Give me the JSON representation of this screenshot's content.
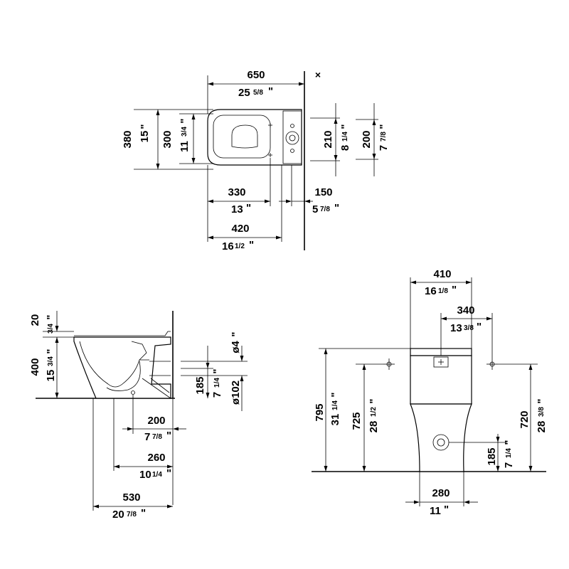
{
  "top_view": {
    "width_total": {
      "mm": "650",
      "in_whole": "25",
      "in_frac": "5/8",
      "in_mark": "\""
    },
    "depth_left_outer": {
      "mm": "380",
      "in_whole": "15",
      "in_mark": "\""
    },
    "depth_left_inner": {
      "mm": "300",
      "in_whole": "11",
      "in_frac": "3/4",
      "in_mark": "\""
    },
    "fix_spacing": {
      "mm": "210",
      "in_whole": "8",
      "in_frac": "1/4",
      "in_mark": "\""
    },
    "tank_spacing": {
      "mm": "200",
      "in_whole": "7",
      "in_frac": "7/8",
      "in_mark": "\""
    },
    "front_to_fix": {
      "mm": "330",
      "in_whole": "13",
      "in_mark": "\""
    },
    "wall_to_fix": {
      "mm": "150",
      "in_whole": "5",
      "in_frac": "7/8",
      "in_mark": "\""
    },
    "front_to_outlet": {
      "mm": "420",
      "in_whole": "16",
      "in_frac": "1/2",
      "in_mark": "\""
    },
    "wall_marker": "×"
  },
  "side_view": {
    "lid_height": {
      "mm": "20",
      "in_frac": "3/4",
      "in_mark": "\""
    },
    "seat_height": {
      "mm": "400",
      "in_whole": "15",
      "in_frac": "3/4",
      "in_mark": "\""
    },
    "pipe_small": {
      "mm": "ø4",
      "in_mark": "\""
    },
    "outlet_height": {
      "mm": "185",
      "in_whole": "7",
      "in_frac": "1/4",
      "in_mark": "\""
    },
    "pipe_dia": {
      "mm": "ø102"
    },
    "outlet_wall": {
      "mm": "200",
      "in_whole": "7",
      "in_frac": "7/8",
      "in_mark": "\""
    },
    "fix_wall": {
      "mm": "260",
      "in_whole": "10",
      "in_frac": "1/4",
      "in_mark": "\""
    },
    "depth_total": {
      "mm": "530",
      "in_whole": "20",
      "in_frac": "7/8",
      "in_mark": "\""
    }
  },
  "front_view": {
    "tank_width": {
      "mm": "410",
      "in_whole": "16",
      "in_frac": "1/8",
      "in_mark": "\""
    },
    "fix_hole_spacing": {
      "mm": "340",
      "in_whole": "13",
      "in_frac": "3/8",
      "in_mark": "\""
    },
    "total_height": {
      "mm": "795",
      "in_whole": "31",
      "in_frac": "1/4",
      "in_mark": "\""
    },
    "left_fix_height": {
      "mm": "725",
      "in_whole": "28",
      "in_frac": "1/2",
      "in_mark": "\""
    },
    "right_fix_height": {
      "mm": "720",
      "in_whole": "28",
      "in_frac": "3/8",
      "in_mark": "\""
    },
    "inlet_height": {
      "mm": "185",
      "in_whole": "7",
      "in_frac": "1/4",
      "in_mark": "\""
    },
    "base_width": {
      "mm": "280",
      "in_whole": "11",
      "in_mark": "\""
    }
  }
}
